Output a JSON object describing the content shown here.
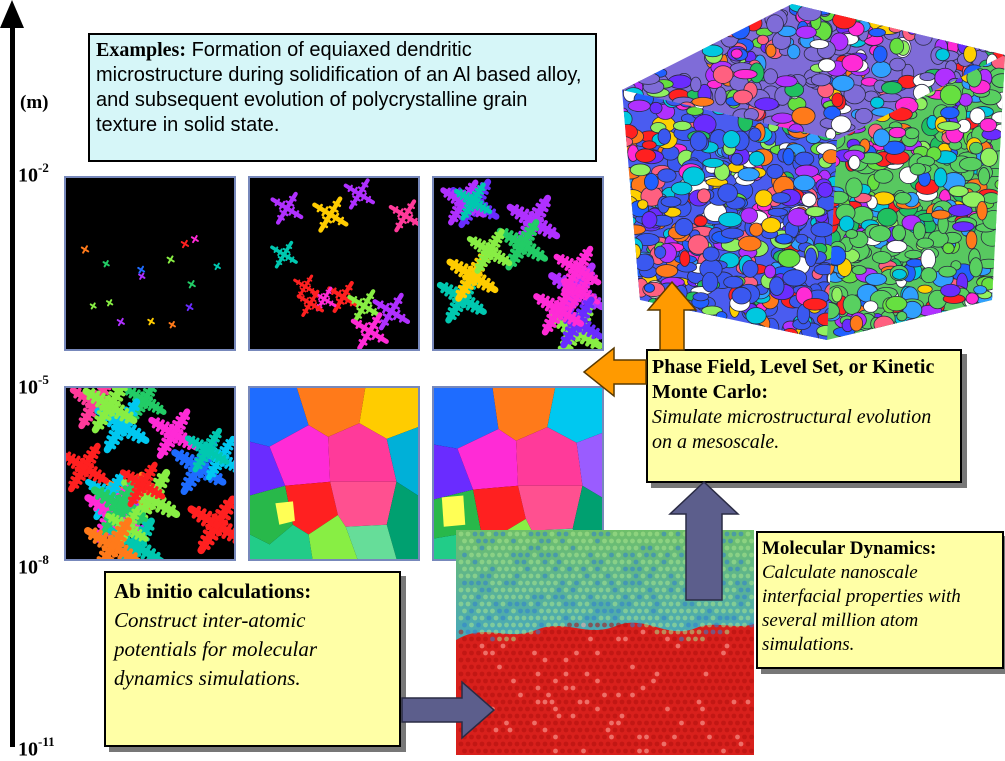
{
  "axis": {
    "unit": "(m)",
    "ticks": [
      {
        "base": "10",
        "exp": "-2"
      },
      {
        "base": "10",
        "exp": "-5"
      },
      {
        "base": "10",
        "exp": "-8"
      },
      {
        "base": "10",
        "exp": "-11"
      }
    ]
  },
  "examples": {
    "lead": "Examples:",
    "text": "Formation of equiaxed dendritic microstructure during solidification of an Al based alloy, and subsequent evolution of polycrystalline grain texture in solid state."
  },
  "phase_field": {
    "title": "Phase Field, Level Set, or Kinetic Monte Carlo:",
    "body": "Simulate microstructural evolution on a mesoscale."
  },
  "molecular_dynamics": {
    "title": "Molecular Dynamics:",
    "body": "Calculate nanoscale interfacial properties with several million atom simulations."
  },
  "ab_initio": {
    "title": "Ab initio calculations:",
    "body": "Construct inter-atomic potentials for molecular dynamics simulations."
  },
  "colors": {
    "example_box": "#d6f6f8",
    "callout_box": "#ffffa6",
    "arrow_orange": "#ff9a00",
    "arrow_slate": "#5c5e8c"
  }
}
